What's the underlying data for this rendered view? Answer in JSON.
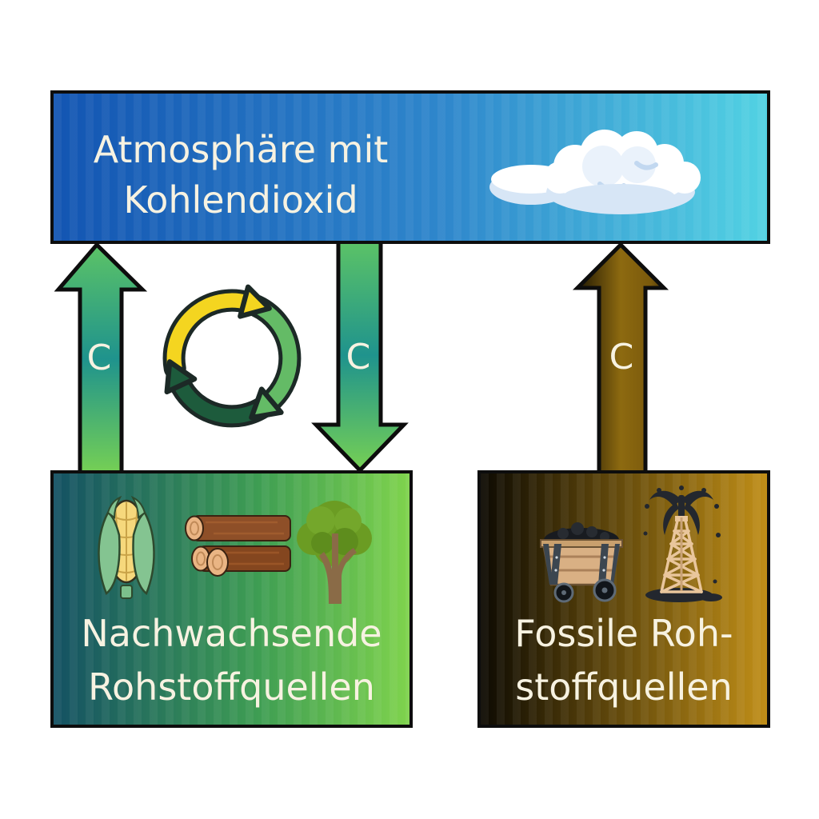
{
  "atmosphere": {
    "line1": "Atmosphäre mit",
    "line2": "Kohlendioxid"
  },
  "renewable": {
    "line1": "Nachwachsende",
    "line2": "Rohstoffquellen"
  },
  "fossil": {
    "line1": "Fossile Roh-",
    "line2": "stoffquellen"
  },
  "arrows": {
    "renewable_to_atmosphere": {
      "label": "C",
      "direction": "up"
    },
    "atmosphere_to_renewable": {
      "label": "C",
      "direction": "down"
    },
    "fossil_to_atmosphere": {
      "label": "C",
      "direction": "up"
    }
  },
  "icons": {
    "cloud": "cloud-icon",
    "carbon_cycle": "carbon-cycle-icon",
    "corn": "corn-icon",
    "logs": "logs-icon",
    "tree": "tree-icon",
    "coal_cart": "coal-cart-icon",
    "oil_derrick": "oil-derrick-icon"
  },
  "colors": {
    "outline": "#0d0d0d",
    "text_cream": "#f7f2e1",
    "atmo_grad_left": "#1355b2",
    "atmo_grad_mid": "#2f87cc",
    "atmo_grad_right": "#52d2e3",
    "renew_grad_left": "#145163",
    "renew_grad_mid": "#3f9e53",
    "renew_grad_right": "#7fd34d",
    "fossil_grad_left": "#0d0a02",
    "fossil_grad_mid": "#795a0e",
    "fossil_grad_right": "#c08e18",
    "green_arrow_top": "#5cc366",
    "green_arrow_mid": "#1f938d",
    "green_arrow_bottom": "#76d054",
    "brown_arrow_dark": "#201803",
    "brown_arrow_gold": "#8d6a10",
    "cycle_yellow": "#f4d520",
    "cycle_light_green": "#64bb66",
    "cycle_dark_green": "#1d5b3c",
    "cycle_outline": "#1c2926"
  }
}
